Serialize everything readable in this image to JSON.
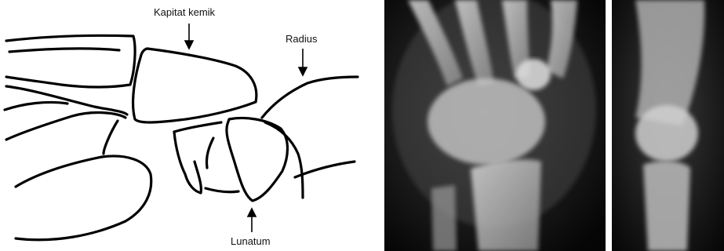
{
  "figure": {
    "labels": {
      "capitate": "Kapitat kemik",
      "radius": "Radius",
      "lunate": "Lunatum"
    }
  }
}
